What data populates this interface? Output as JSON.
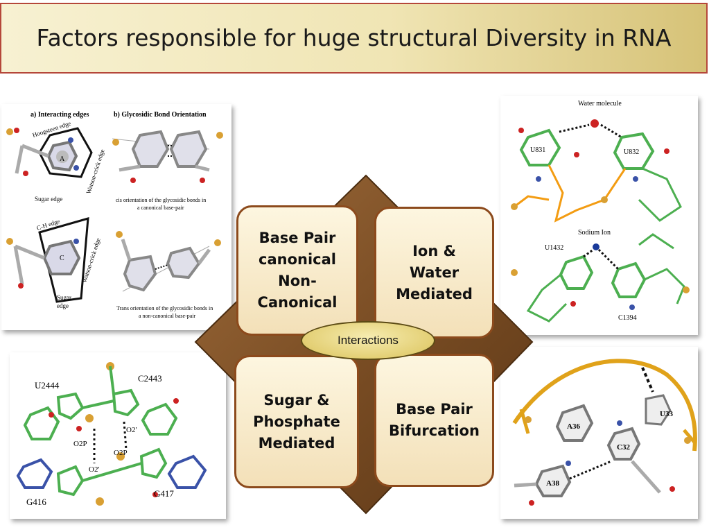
{
  "title": "Factors responsible for huge structural Diversity in RNA",
  "center_label": "Interactions",
  "quadrants": {
    "top_left": "Base Pair\ncanonical\nNon-\nCanonical",
    "top_right": "Ion &\nWater\nMediated",
    "bottom_left": "Sugar &\nPhosphate\nMediated",
    "bottom_right": "Base Pair\nBifurcation"
  },
  "panel_top_left": {
    "heading_a": "a) Interacting edges",
    "heading_b": "b) Glycosidic Bond Orientation",
    "hoogsteen": "Hoogsteen edge",
    "watson_crick_1": "Watson-crick edge",
    "sugar_edge_1": "Sugar edge",
    "base_a": "A",
    "ch_edge": "C-H edge",
    "watson_crick_2": "Watson-crick edge",
    "sugar_edge_2a": "Sugar",
    "sugar_edge_2b": "edge",
    "base_c": "C",
    "cis_caption_1": "cis orientation of the glycosidic bonds in",
    "cis_caption_2": "a canonical base-pair",
    "trans_caption_1": "Trans orientation of the glycosidic bonds in",
    "trans_caption_2": "a non-canonical base-pair"
  },
  "panel_top_right": {
    "water": "Water molecule",
    "u831": "U831",
    "u832": "U832",
    "sodium": "Sodium Ion",
    "u1432": "U1432",
    "c1394": "C1394"
  },
  "panel_bottom_left": {
    "u2444": "U2444",
    "c2443": "C2443",
    "o2p_1": "O2P",
    "o2_1": "O2'",
    "o2_2": "O2'",
    "o2p_2": "O2P",
    "g416": "G416",
    "g417": "G417"
  },
  "panel_bottom_right": {
    "a36": "A36",
    "u33": "U33",
    "c32": "C32",
    "a38": "A38"
  }
}
